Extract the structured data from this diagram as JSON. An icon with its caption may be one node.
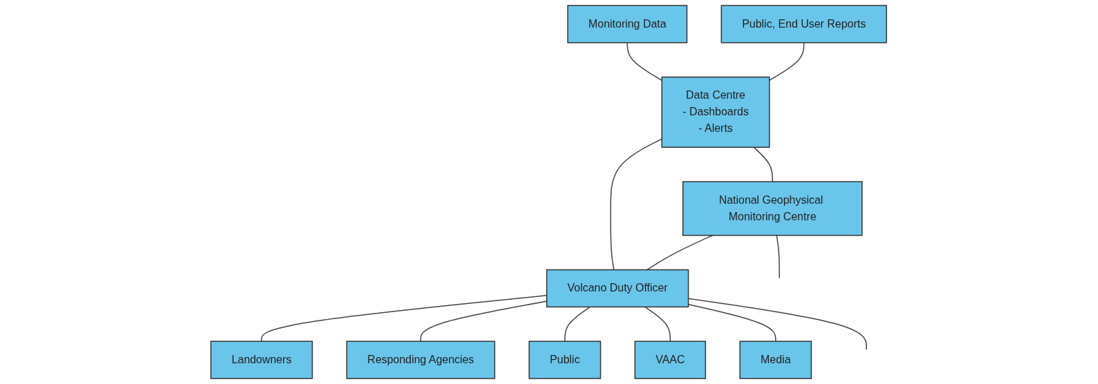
{
  "diagram": {
    "nodes": [
      {
        "text": [
          "Monitoring Data"
        ]
      },
      {
        "text": [
          "Public, End User Reports"
        ]
      },
      {
        "text": [
          "Data Centre",
          "- Dashboards",
          "- Alerts"
        ]
      },
      {
        "text": [
          "Landowners"
        ]
      },
      {
        "text": [
          "Responding Agencies"
        ]
      },
      {
        "text": [
          "Public"
        ]
      },
      {
        "text": [
          "National Geophysical Monitoring Centre"
        ]
      },
      {
        "text": [
          "Volcano Duty Officer"
        ]
      },
      {
        "text": [
          "VAAC"
        ]
      },
      {
        "text": [
          "Media"
        ]
      }
    ],
    "edges": [
      {
        "from": 0,
        "to": 2,
        "arrow": "none"
      },
      {
        "from": 1,
        "to": 2,
        "arrow": "none"
      },
      {
        "from": 2,
        "to": 6,
        "arrow": "none"
      },
      {
        "from": 2,
        "to": 7,
        "arrow": "none"
      },
      {
        "from": 6,
        "to": 7,
        "arrow": "none"
      },
      {
        "from": 7,
        "to": 3,
        "arrow": "none"
      },
      {
        "from": 7,
        "to": 4,
        "arrow": "none"
      },
      {
        "from": 7,
        "to": 5,
        "arrow": "none"
      },
      {
        "from": 7,
        "to": 8,
        "arrow": "none"
      },
      {
        "from": 7,
        "to": 9,
        "arrow": "none"
      },
      {
        "from": 6,
        "to": null,
        "arrow": "none"
      },
      {
        "from": 7,
        "to": null,
        "arrow": "none"
      }
    ]
  }
}
